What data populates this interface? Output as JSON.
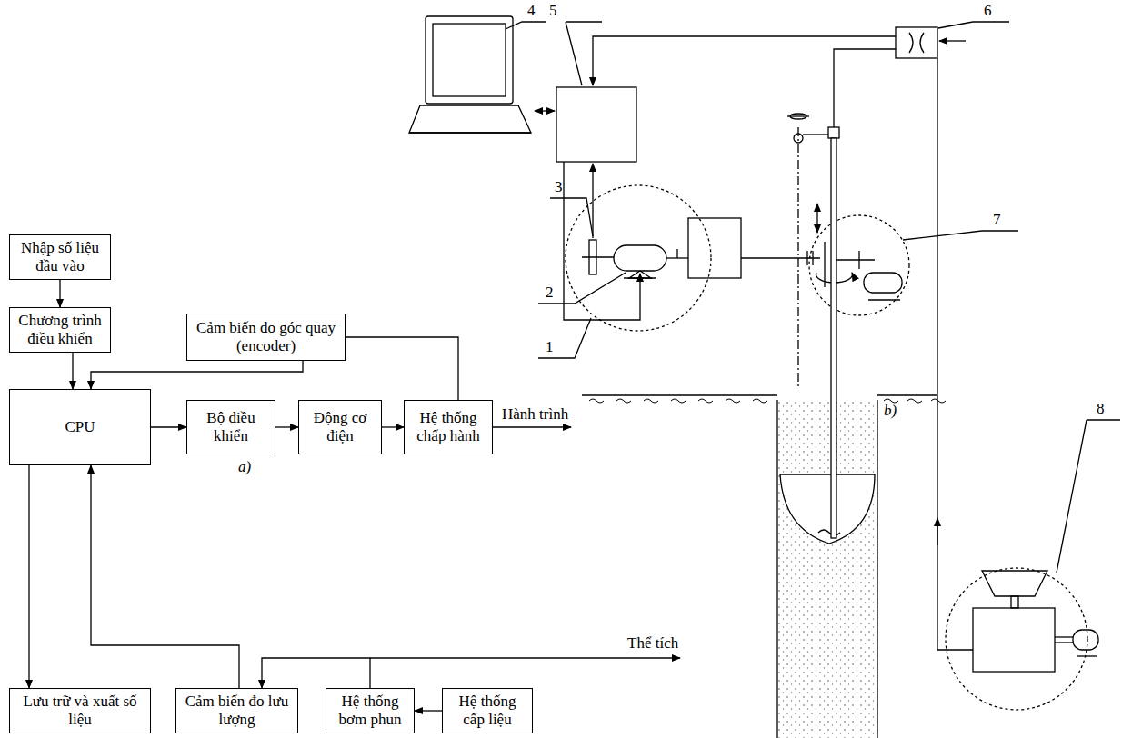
{
  "diagram": {
    "nodes": [
      {
        "text": [
          "Nhập số liệu đầu vào"
        ]
      },
      {
        "text": [
          "Chương trình điều khiển"
        ]
      },
      {
        "text": [
          "Cảm biến đo góc quay (encoder)"
        ]
      },
      {
        "text": [
          "CPU"
        ]
      },
      {
        "text": [
          "Bộ điều khiển"
        ]
      },
      {
        "text": [
          "Động cơ điện"
        ]
      },
      {
        "text": [
          "Hệ thống chấp hành"
        ]
      },
      {
        "text": [
          "Lưu trữ và xuất số liệu"
        ]
      },
      {
        "text": [
          "Cảm biến đo lưu lượng"
        ]
      },
      {
        "text": [
          "Hệ thống bơm phun"
        ]
      },
      {
        "text": [
          "Hệ thống cấp liệu"
        ]
      }
    ],
    "edges": [
      {
        "from": 0,
        "to": 1,
        "arrow": "to"
      },
      {
        "from": 1,
        "to": 3,
        "arrow": "to"
      },
      {
        "from": 2,
        "to": 3,
        "arrow": "to"
      },
      {
        "from": 2,
        "to": 6,
        "arrow": "none"
      },
      {
        "from": 3,
        "to": 4,
        "arrow": "to"
      },
      {
        "from": 4,
        "to": 5,
        "arrow": "to"
      },
      {
        "from": 5,
        "to": 6,
        "arrow": "to"
      },
      {
        "from": 3,
        "to": 7,
        "arrow": "to"
      },
      {
        "from": 10,
        "to": 9,
        "arrow": "to"
      },
      {
        "from": 9,
        "to": 8,
        "arrow": "to"
      },
      {
        "from": 8,
        "to": 3,
        "arrow": "to"
      }
    ],
    "labels": [
      "4",
      "5",
      "6",
      "3",
      "7",
      "2",
      "1",
      "8",
      "a)",
      "b)",
      "Hành trình",
      "Thể tích"
    ]
  }
}
